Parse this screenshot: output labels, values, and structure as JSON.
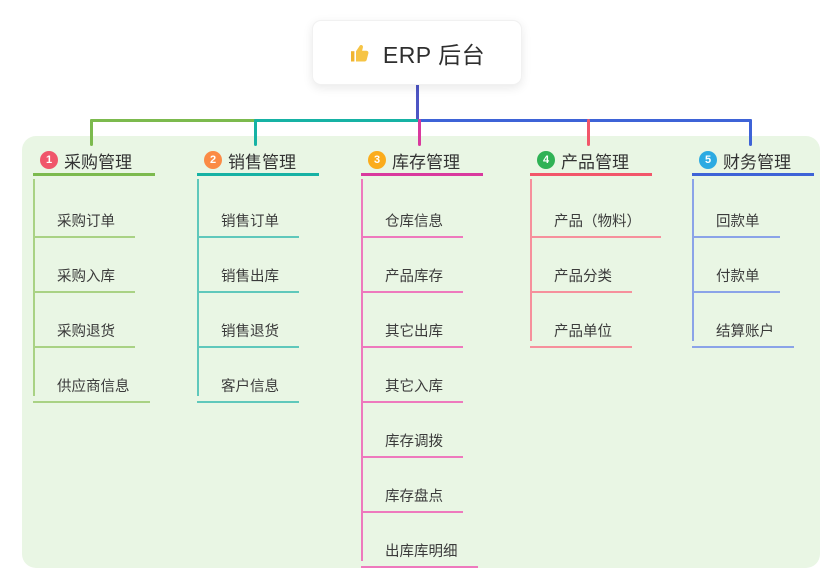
{
  "root": {
    "label": "ERP 后台",
    "icon": "thumbs-up-icon",
    "icon_color": "#f6c445",
    "drop_line_color": "#4d55c4"
  },
  "panel": {
    "background_color": "#e9f6e4"
  },
  "branches": [
    {
      "index": "1",
      "label": "采购管理",
      "badge_color": "#f0566b",
      "line_color": "#7cba4e",
      "light_line_color": "#a9d284",
      "items": [
        "采购订单",
        "采购入库",
        "采购退货",
        "供应商信息"
      ]
    },
    {
      "index": "2",
      "label": "销售管理",
      "badge_color": "#fb8b45",
      "line_color": "#16b2a4",
      "light_line_color": "#5fc8bb",
      "items": [
        "销售订单",
        "销售出库",
        "销售退货",
        "客户信息"
      ]
    },
    {
      "index": "3",
      "label": "库存管理",
      "badge_color": "#fbac1b",
      "line_color": "#d9399e",
      "light_line_color": "#ee79bd",
      "items": [
        "仓库信息",
        "产品库存",
        "其它出库",
        "其它入库",
        "库存调拨",
        "库存盘点",
        "出库库明细"
      ]
    },
    {
      "index": "4",
      "label": "产品管理",
      "badge_color": "#2fb255",
      "line_color": "#f2566a",
      "light_line_color": "#f6909c",
      "items": [
        "产品（物料）",
        "产品分类",
        "产品单位"
      ]
    },
    {
      "index": "5",
      "label": "财务管理",
      "badge_color": "#2caae2",
      "line_color": "#3e63d7",
      "light_line_color": "#8ba3e8",
      "items": [
        "回款单",
        "付款单",
        "结算账户"
      ]
    }
  ]
}
